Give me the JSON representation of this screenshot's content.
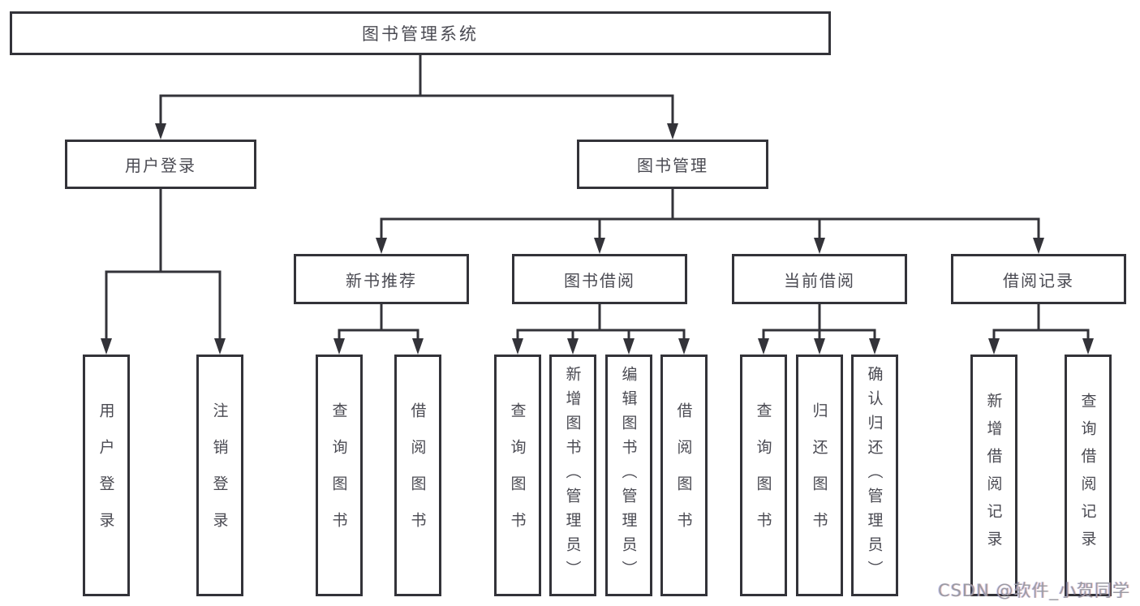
{
  "diagram": {
    "kind": "hierarchy-tree",
    "colors": {
      "line": "#333339",
      "text": "#4a4a52",
      "watermark": "#9b9ba3",
      "background": "#ffffff"
    }
  },
  "tree": {
    "label": "图书管理系统",
    "children": [
      {
        "label": "用户登录",
        "children": [
          {
            "label": "用户登录"
          },
          {
            "label": "注销登录"
          }
        ]
      },
      {
        "label": "图书管理",
        "children": [
          {
            "label": "新书推荐",
            "children": [
              {
                "label": "查询图书"
              },
              {
                "label": "借阅图书"
              }
            ]
          },
          {
            "label": "图书借阅",
            "children": [
              {
                "label": "查询图书"
              },
              {
                "label": "新增图书（管理员）"
              },
              {
                "label": "编辑图书（管理员）"
              },
              {
                "label": "借阅图书"
              }
            ]
          },
          {
            "label": "当前借阅",
            "children": [
              {
                "label": "查询图书"
              },
              {
                "label": "归还图书"
              },
              {
                "label": "确认归还（管理员）"
              }
            ]
          },
          {
            "label": "借阅记录",
            "children": [
              {
                "label": "新增借阅记录"
              },
              {
                "label": "查询借阅记录"
              }
            ]
          }
        ]
      }
    ]
  },
  "watermark": {
    "text": "CSDN @软件_小贺同学"
  }
}
